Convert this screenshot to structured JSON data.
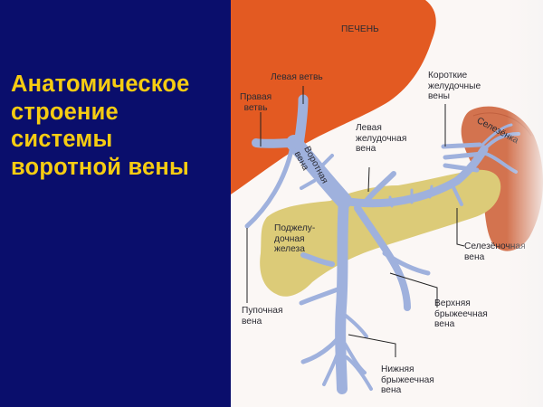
{
  "slide": {
    "title_lines": [
      "Анатомическое",
      "строение",
      "системы",
      "воротной вены"
    ],
    "colors": {
      "background": "#0a0e6c",
      "title": "#f6cc12",
      "liver": "#e35a22",
      "spleen": "#d3734f",
      "pancreas": "#dccb78",
      "vein": "#9fb1dd",
      "paper": "#fbf7f5"
    }
  },
  "diagram": {
    "organs": {
      "liver": "ПЕЧЕНЬ",
      "spleen": "Селезёнка",
      "pancreas": [
        "Поджелу-",
        "дочная",
        "железа"
      ]
    },
    "labels": {
      "left_branch": "Левая ветвь",
      "right_branch": [
        "Правая",
        "ветвь"
      ],
      "short_gastric": [
        "Короткие",
        "желудочные",
        "вены"
      ],
      "left_gastric": [
        "Левая",
        "желудочная",
        "вена"
      ],
      "portal_vein": [
        "Воротная",
        "вена"
      ],
      "splenic_vein": [
        "Селезёночная",
        "вена"
      ],
      "umbilical_vein": [
        "Пупочная",
        "вена"
      ],
      "superior_mesenteric": [
        "Верхняя",
        "брыжеечная",
        "вена"
      ],
      "inferior_mesenteric": [
        "Нижняя",
        "брыжеечная",
        "вена"
      ]
    }
  }
}
